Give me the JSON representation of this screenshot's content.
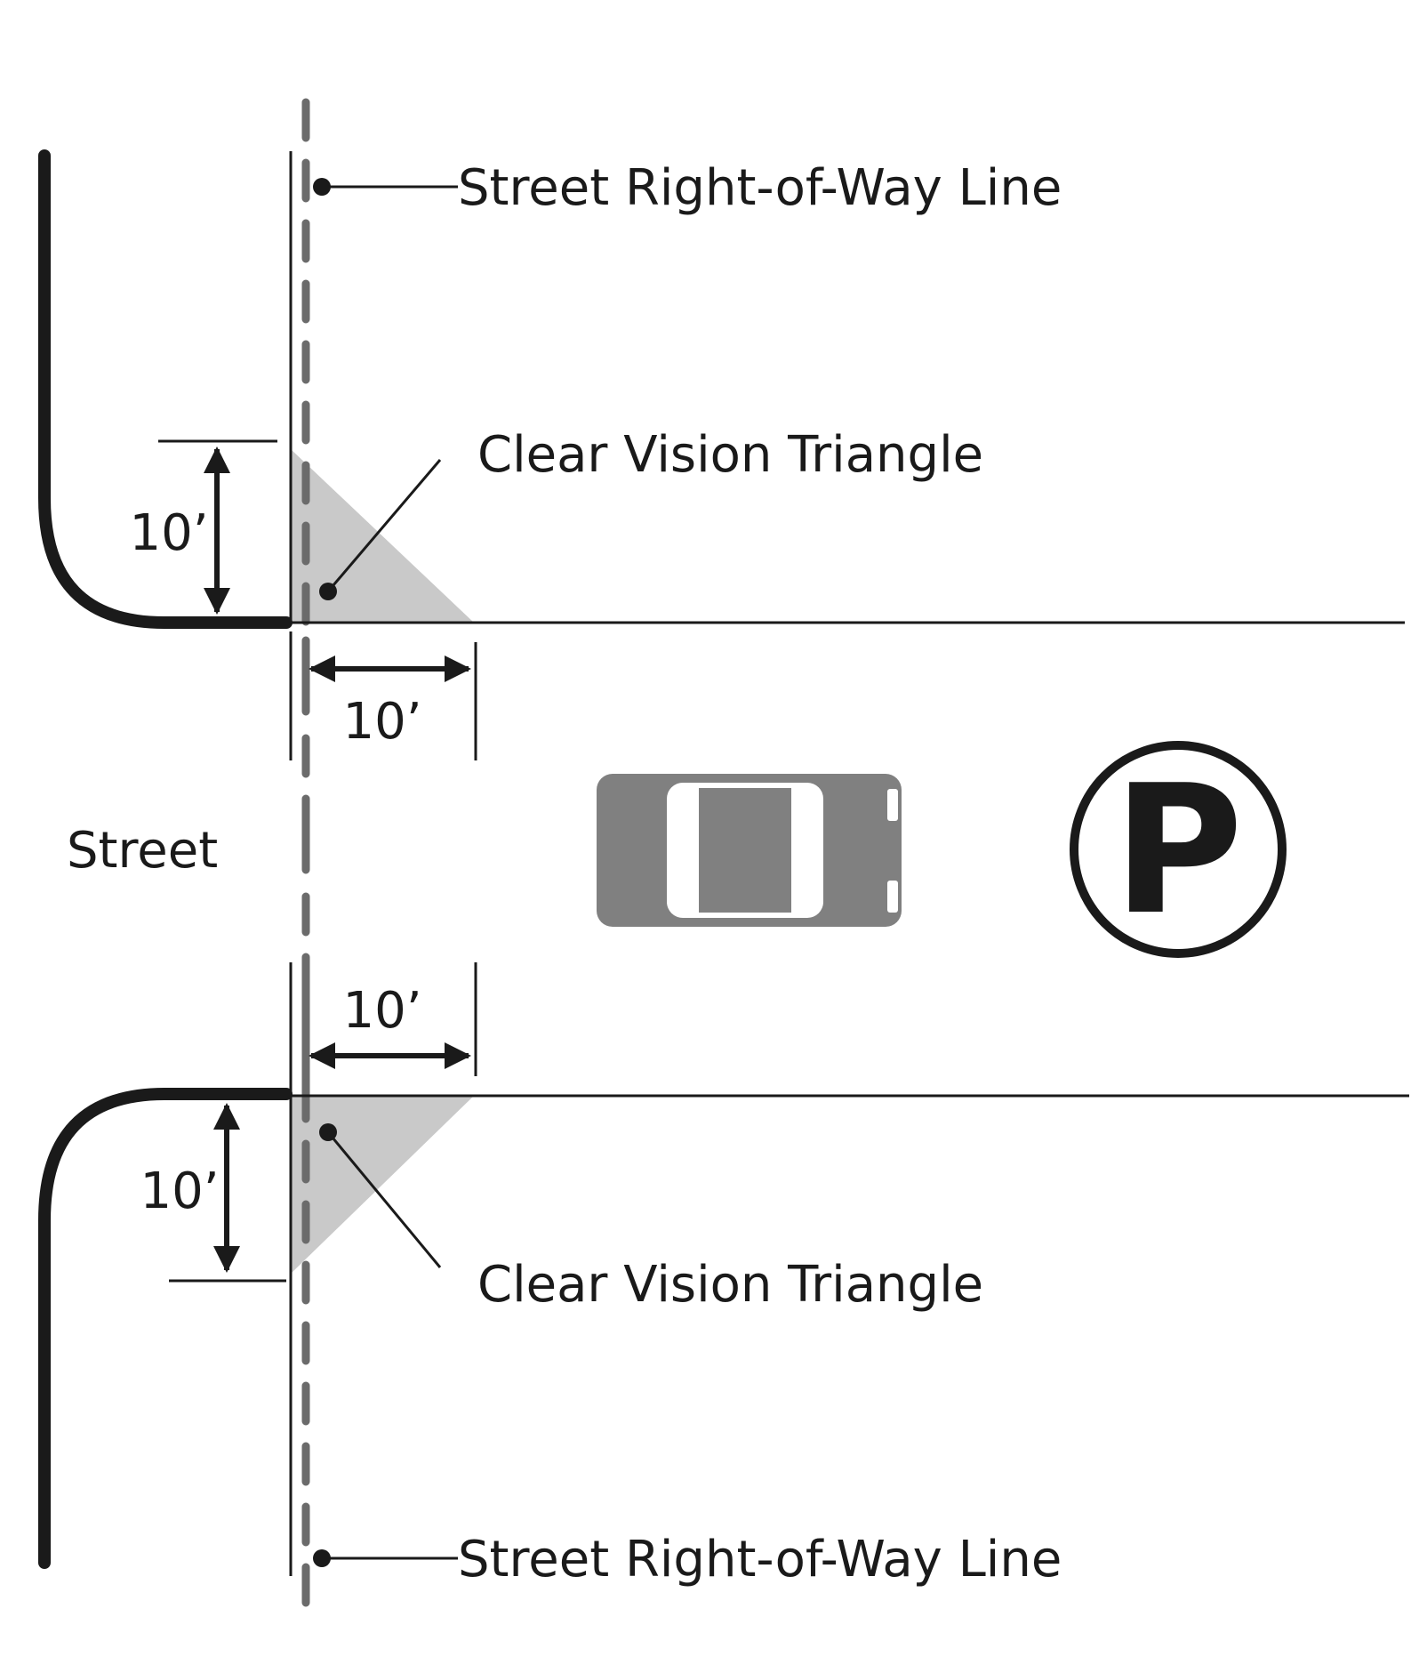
{
  "labels": {
    "row_line_top": "Street Right-of-Way Line",
    "row_line_bottom": "Street Right-of-Way Line",
    "cvt_top": "Clear Vision Triangle",
    "cvt_bottom": "Clear Vision Triangle",
    "street": "Street",
    "dim_top_vertical": "10’",
    "dim_top_horizontal": "10’",
    "dim_bottom_horizontal": "10’",
    "dim_bottom_vertical": "10’",
    "parking_symbol": "P"
  },
  "icons": {
    "car": "car-icon",
    "parking_sign": "parking-sign-icon",
    "arrow": "double-arrow-icon"
  },
  "colors": {
    "ink": "#1a1a1a",
    "row_dash": "#6b6b6b",
    "triangle_fill": "#c9c9c9",
    "car_body": "#808080",
    "car_window": "#ffffff"
  }
}
